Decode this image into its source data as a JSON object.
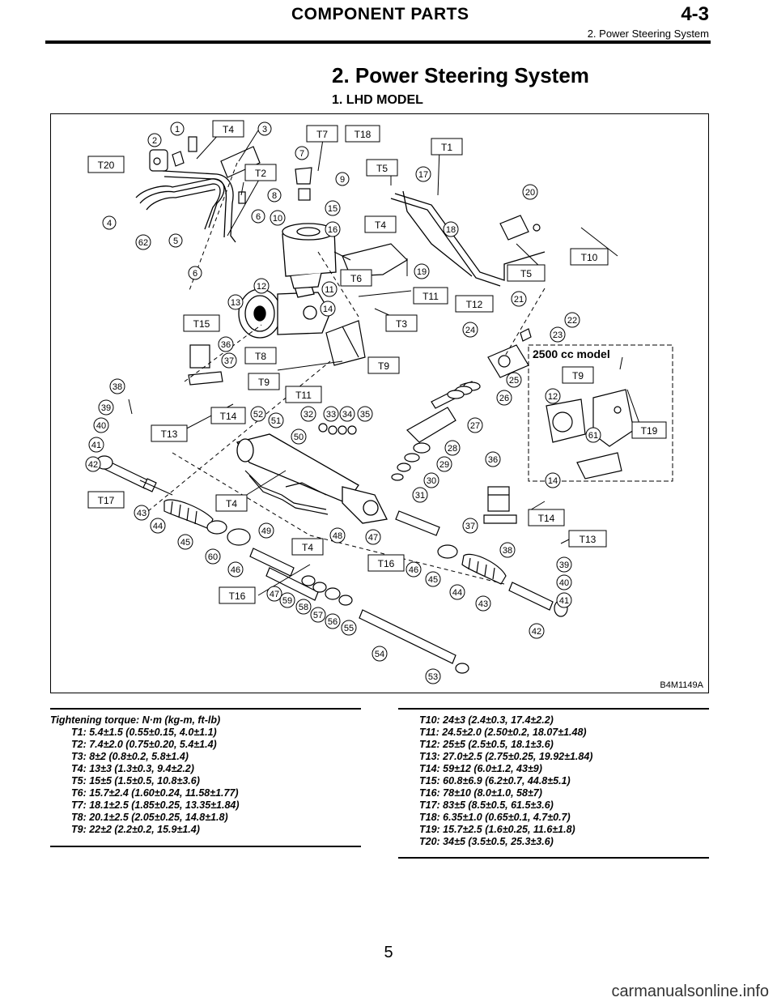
{
  "header": {
    "title": "COMPONENT PARTS",
    "section_number": "4-3",
    "subtitle": "2. Power Steering System"
  },
  "page_heading": "2. Power Steering System",
  "subheading": "1. LHD MODEL",
  "figure": {
    "id_label": "B4M1149A",
    "inset_label": "2500 cc model",
    "torque_tags": [
      "T1",
      "T2",
      "T3",
      "T4",
      "T5",
      "T6",
      "T7",
      "T8",
      "T9",
      "T10",
      "T11",
      "T12",
      "T13",
      "T14",
      "T15",
      "T16",
      "T17",
      "T18",
      "T19",
      "T20"
    ],
    "part_numbers": [
      "1",
      "2",
      "3",
      "4",
      "5",
      "6",
      "7",
      "8",
      "9",
      "10",
      "11",
      "12",
      "13",
      "14",
      "15",
      "16",
      "17",
      "18",
      "19",
      "20",
      "21",
      "22",
      "23",
      "24",
      "25",
      "26",
      "27",
      "28",
      "29",
      "30",
      "31",
      "32",
      "33",
      "34",
      "35",
      "36",
      "37",
      "38",
      "39",
      "40",
      "41",
      "42",
      "43",
      "44",
      "45",
      "46",
      "47",
      "48",
      "49",
      "50",
      "51",
      "52",
      "53",
      "54",
      "55",
      "56",
      "57",
      "58",
      "59",
      "60",
      "61",
      "62"
    ]
  },
  "torque": {
    "heading": "Tightening torque: N·m (kg-m, ft-lb)",
    "left": [
      "T1: 5.4±1.5 (0.55±0.15, 4.0±1.1)",
      "T2: 7.4±2.0 (0.75±0.20, 5.4±1.4)",
      "T3: 8±2 (0.8±0.2, 5.8±1.4)",
      "T4: 13±3 (1.3±0.3, 9.4±2.2)",
      "T5: 15±5 (1.5±0.5, 10.8±3.6)",
      "T6: 15.7±2.4 (1.60±0.24, 11.58±1.77)",
      "T7: 18.1±2.5 (1.85±0.25, 13.35±1.84)",
      "T8: 20.1±2.5 (2.05±0.25, 14.8±1.8)",
      "T9: 22±2 (2.2±0.2, 15.9±1.4)"
    ],
    "right": [
      "T10: 24±3 (2.4±0.3, 17.4±2.2)",
      "T11: 24.5±2.0 (2.50±0.2, 18.07±1.48)",
      "T12: 25±5 (2.5±0.5, 18.1±3.6)",
      "T13: 27.0±2.5 (2.75±0.25, 19.92±1.84)",
      "T14: 59±12 (6.0±1.2, 43±9)",
      "T15: 60.8±6.9 (6.2±0.7, 44.8±5.1)",
      "T16: 78±10 (8.0±1.0, 58±7)",
      "T17: 83±5 (8.5±0.5, 61.5±3.6)",
      "T18: 6.35±1.0 (0.65±0.1, 4.7±0.7)",
      "T19: 15.7±2.5 (1.6±0.25, 11.6±1.8)",
      "T20: 34±5 (3.5±0.5, 25.3±3.6)"
    ]
  },
  "page_number": "5",
  "watermark": "carmanualsonline.info"
}
